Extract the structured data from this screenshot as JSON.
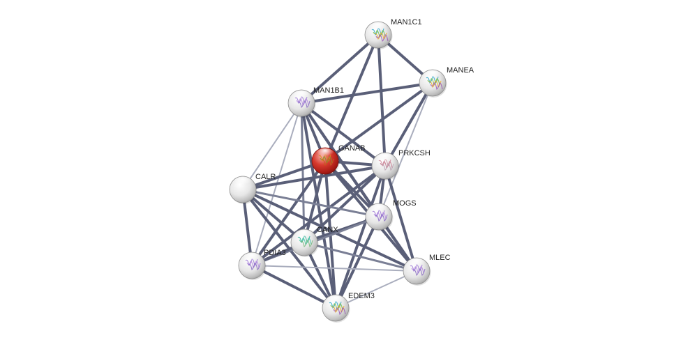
{
  "network": {
    "nodes": [
      {
        "id": "MAN1C1",
        "label": "MAN1C1",
        "query": false,
        "glyph": "multicolor"
      },
      {
        "id": "MANEA",
        "label": "MANEA",
        "query": false,
        "glyph": "multicolor"
      },
      {
        "id": "MAN1B1",
        "label": "MAN1B1",
        "query": false,
        "glyph": "purple"
      },
      {
        "id": "GANAB",
        "label": "GANAB",
        "query": true,
        "glyph": "orange"
      },
      {
        "id": "PRKCSH",
        "label": "PRKCSH",
        "query": false,
        "glyph": "pink"
      },
      {
        "id": "CALR",
        "label": "CALR",
        "query": false,
        "glyph": "none"
      },
      {
        "id": "MOGS",
        "label": "MOGS",
        "query": false,
        "glyph": "purple"
      },
      {
        "id": "CANX",
        "label": "CANX",
        "query": false,
        "glyph": "teal"
      },
      {
        "id": "PDIA3",
        "label": "PDIA3",
        "query": false,
        "glyph": "purple"
      },
      {
        "id": "MLEC",
        "label": "MLEC",
        "query": false,
        "glyph": "purple"
      },
      {
        "id": "EDEM3",
        "label": "EDEM3",
        "query": false,
        "glyph": "multicolor"
      }
    ],
    "edges": [
      {
        "source": "MAN1C1",
        "target": "MAN1B1",
        "strength": "strong"
      },
      {
        "source": "MAN1C1",
        "target": "MANEA",
        "strength": "strong"
      },
      {
        "source": "MAN1C1",
        "target": "GANAB",
        "strength": "strong"
      },
      {
        "source": "MAN1C1",
        "target": "PRKCSH",
        "strength": "strong"
      },
      {
        "source": "MANEA",
        "target": "MAN1B1",
        "strength": "strong"
      },
      {
        "source": "MANEA",
        "target": "GANAB",
        "strength": "strong"
      },
      {
        "source": "MANEA",
        "target": "PRKCSH",
        "strength": "strong"
      },
      {
        "source": "MANEA",
        "target": "MOGS",
        "strength": "weak"
      },
      {
        "source": "MAN1B1",
        "target": "GANAB",
        "strength": "strong"
      },
      {
        "source": "MAN1B1",
        "target": "PRKCSH",
        "strength": "strong"
      },
      {
        "source": "MAN1B1",
        "target": "CALR",
        "strength": "weak"
      },
      {
        "source": "MAN1B1",
        "target": "CANX",
        "strength": "medium"
      },
      {
        "source": "MAN1B1",
        "target": "PDIA3",
        "strength": "weak"
      },
      {
        "source": "MAN1B1",
        "target": "MOGS",
        "strength": "strong"
      },
      {
        "source": "MAN1B1",
        "target": "MLEC",
        "strength": "strong"
      },
      {
        "source": "MAN1B1",
        "target": "EDEM3",
        "strength": "strong"
      },
      {
        "source": "GANAB",
        "target": "PRKCSH",
        "strength": "strong"
      },
      {
        "source": "GANAB",
        "target": "CALR",
        "strength": "strong"
      },
      {
        "source": "GANAB",
        "target": "MOGS",
        "strength": "strong"
      },
      {
        "source": "GANAB",
        "target": "CANX",
        "strength": "strong"
      },
      {
        "source": "GANAB",
        "target": "PDIA3",
        "strength": "strong"
      },
      {
        "source": "GANAB",
        "target": "MLEC",
        "strength": "strong"
      },
      {
        "source": "GANAB",
        "target": "EDEM3",
        "strength": "strong"
      },
      {
        "source": "PRKCSH",
        "target": "CALR",
        "strength": "strong"
      },
      {
        "source": "PRKCSH",
        "target": "MOGS",
        "strength": "strong"
      },
      {
        "source": "PRKCSH",
        "target": "CANX",
        "strength": "strong"
      },
      {
        "source": "PRKCSH",
        "target": "PDIA3",
        "strength": "strong"
      },
      {
        "source": "PRKCSH",
        "target": "MLEC",
        "strength": "strong"
      },
      {
        "source": "PRKCSH",
        "target": "EDEM3",
        "strength": "strong"
      },
      {
        "source": "CALR",
        "target": "CANX",
        "strength": "strong"
      },
      {
        "source": "CALR",
        "target": "PDIA3",
        "strength": "strong"
      },
      {
        "source": "CALR",
        "target": "MOGS",
        "strength": "medium"
      },
      {
        "source": "CALR",
        "target": "MLEC",
        "strength": "strong"
      },
      {
        "source": "CALR",
        "target": "EDEM3",
        "strength": "strong"
      },
      {
        "source": "MOGS",
        "target": "CANX",
        "strength": "strong"
      },
      {
        "source": "MOGS",
        "target": "PDIA3",
        "strength": "medium"
      },
      {
        "source": "MOGS",
        "target": "MLEC",
        "strength": "strong"
      },
      {
        "source": "MOGS",
        "target": "EDEM3",
        "strength": "strong"
      },
      {
        "source": "CANX",
        "target": "PDIA3",
        "strength": "strong"
      },
      {
        "source": "CANX",
        "target": "MLEC",
        "strength": "medium"
      },
      {
        "source": "CANX",
        "target": "EDEM3",
        "strength": "strong"
      },
      {
        "source": "PDIA3",
        "target": "MLEC",
        "strength": "weak"
      },
      {
        "source": "PDIA3",
        "target": "EDEM3",
        "strength": "strong"
      },
      {
        "source": "MLEC",
        "target": "EDEM3",
        "strength": "weak"
      }
    ]
  },
  "colors": {
    "edge_strong": "#5a5f78",
    "edge_medium": "#7a7f95",
    "edge_weak": "#a9adbd",
    "node_default": "#e8e8e8",
    "node_query": "#d12b23",
    "label": "#222222",
    "background": "#ffffff"
  }
}
